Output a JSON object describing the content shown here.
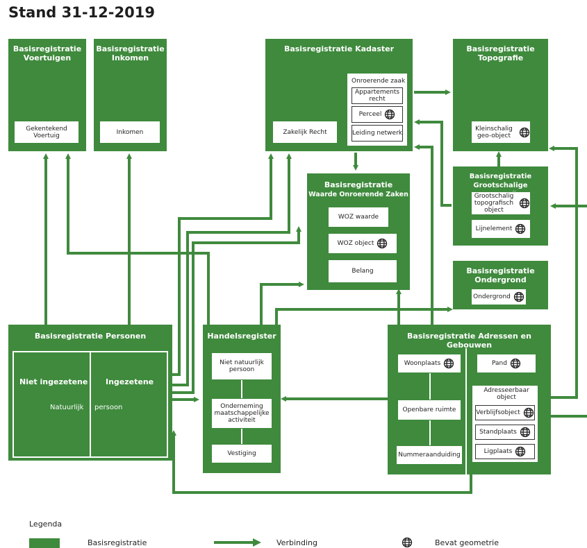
{
  "title": "Stand 31-12-2019",
  "colors": {
    "green": "#3f8a3d",
    "white": "#ffffff"
  },
  "voertuigen": {
    "title": "Basisregistratie Voertuigen",
    "item": "Gekentekend Voertuig"
  },
  "inkomen": {
    "title": "Basisregistratie Inkomen",
    "item": "Inkomen"
  },
  "kadaster": {
    "title": "Basisregistratie Kadaster",
    "left_item": "Zakelijk Recht",
    "group_label": "Onroerende zaak",
    "items": [
      "Appartements recht",
      "Perceel",
      "Leiding netwerk"
    ]
  },
  "topografie": {
    "title": "Basisregistratie Topografie",
    "item": "Kleinschalig geo-object"
  },
  "grootschalig": {
    "title": "Basisregistratie Grootschalige Topografie",
    "items": [
      "Grootschalig topografisch object",
      "Lijnelement"
    ]
  },
  "woz": {
    "title1": "Basisregistratie",
    "title2": "Waarde Onroerende Zaken",
    "items": [
      "WOZ waarde",
      "WOZ object",
      "Belang"
    ]
  },
  "ondergrond": {
    "title": "Basisregistratie Ondergrond",
    "item": "Ondergrond"
  },
  "personen": {
    "title": "Basisregistratie Personen",
    "left": "Niet ingezetene",
    "right": "Ingezetene",
    "caption_a": "Natuurlijk",
    "caption_b": "persoon"
  },
  "handelsregister": {
    "title": "Handelsregister",
    "items": [
      "Niet natuurlijk persoon",
      "Onderneming maatschappelijke activiteit",
      "Vestiging"
    ]
  },
  "bag": {
    "title": "Basisregistratie Adressen en Gebouwen",
    "left_items": [
      "Woonplaats",
      "Openbare ruimte",
      "Nummeraanduiding"
    ],
    "pand": "Pand",
    "group_label": "Adresseerbaar object",
    "group_items": [
      "Verblijfsobject",
      "Standplaats",
      "Ligplaats"
    ]
  },
  "legend": {
    "title": "Legenda",
    "reg": "Basisregistratie",
    "conn": "Verbinding",
    "geo": "Bevat geometrie"
  }
}
